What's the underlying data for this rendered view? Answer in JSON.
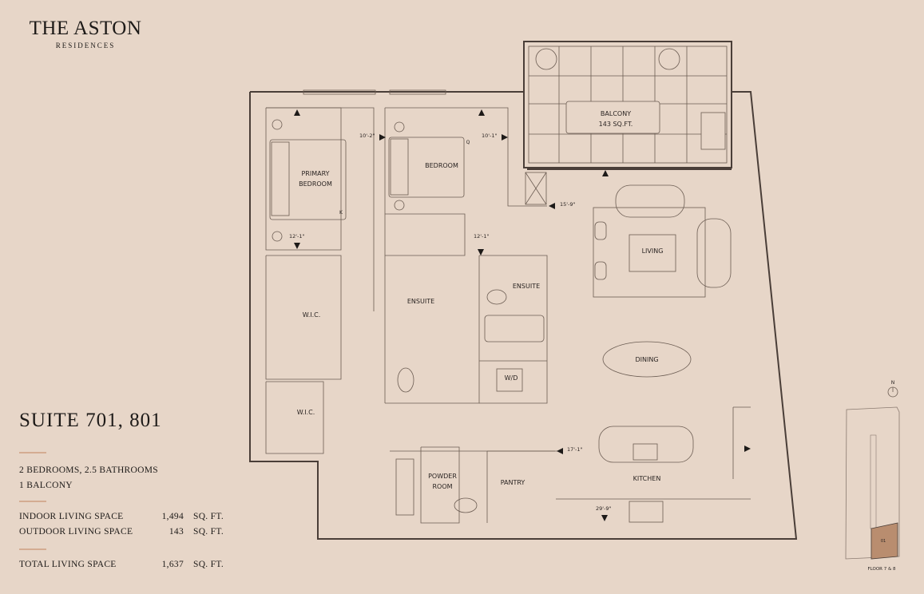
{
  "brand": {
    "title": "THE ASTON",
    "subtitle": "RESIDENCES"
  },
  "suite": {
    "title": "SUITE 701, 801",
    "rooms": "2 BEDROOMS, 2.5 BATHROOMS",
    "balcony": "1 BALCONY",
    "areas": [
      {
        "label": "INDOOR LIVING SPACE",
        "value": "1,494",
        "unit": "SQ. FT."
      },
      {
        "label": "OUTDOOR LIVING SPACE",
        "value": "143",
        "unit": "SQ. FT."
      }
    ],
    "total": {
      "label": "TOTAL LIVING SPACE",
      "value": "1,637",
      "unit": "SQ. FT."
    }
  },
  "plan": {
    "rooms": {
      "balcony": "BALCONY",
      "balcony_area": "143 SQ.FT.",
      "primary1": "PRIMARY",
      "primary2": "BEDROOM",
      "bedroom": "BEDROOM",
      "living": "LIVING",
      "dining": "DINING",
      "kitchen": "KITCHEN",
      "ensuite_a": "ENSUITE",
      "ensuite_b": "ENSUITE",
      "wic_a": "W.I.C.",
      "wic_b": "W.I.C.",
      "wd": "W/D",
      "powder1": "POWDER",
      "powder2": "ROOM",
      "pantry": "PANTRY",
      "bed_k": "K",
      "bed_q": "Q"
    },
    "dims": {
      "d1": "10'-2\"",
      "d2": "10'-1\"",
      "d3": "12'-1\"",
      "d4": "12'-1\"",
      "d5": "15'-9\"",
      "d6": "17'-1\"",
      "d7": "29'-9\""
    }
  },
  "keyplan": {
    "north": "N",
    "unit": "01",
    "floor": "FLOOR 7 & 8"
  },
  "colors": {
    "background": "#e7d6c8",
    "accent": "#d4ac92",
    "highlight": "#b98d6f",
    "line": "#4a3e38"
  }
}
